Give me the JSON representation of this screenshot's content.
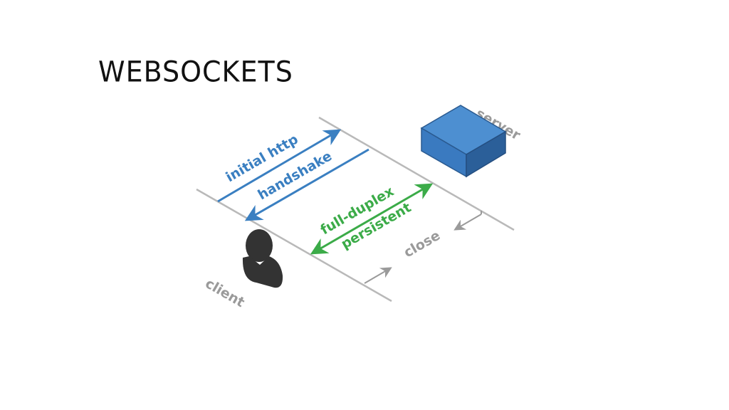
{
  "title": "WEBSOCKETS",
  "labels": {
    "initial": "initial http",
    "handshake": "handshake",
    "full_duplex": "full-duplex",
    "persistent": "persistent",
    "close": "close",
    "server": "server",
    "client": "client"
  },
  "colors": {
    "blue": "#3a7fc1",
    "green": "#3bab48",
    "gray_line": "#b9b9b9",
    "gray_text": "#9a9a9a",
    "server_top": "#4d8fd1",
    "server_left": "#3a7ac0",
    "server_right": "#2b5f99",
    "client_icon": "#333333"
  }
}
